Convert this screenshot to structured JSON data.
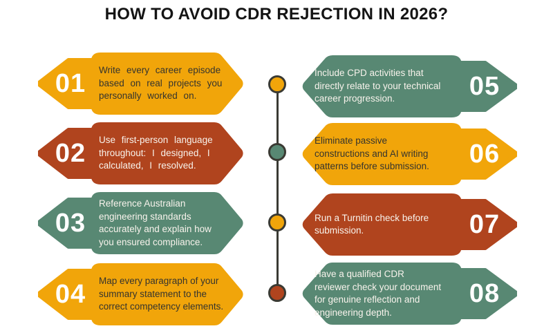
{
  "title": "HOW TO AVOID CDR REJECTION IN 2026?",
  "colors": {
    "amber": "#F1A50A",
    "rust": "#B0441E",
    "teal": "#588873",
    "timeline": "#3A3A33",
    "text_dark": "#35342E",
    "text_light": "#F8F3EC",
    "title_color": "#141414",
    "background": "#FFFFFF",
    "number_color": "#FFFFFF"
  },
  "items": [
    {
      "number": "01",
      "column": "left",
      "row": 1,
      "color_key": "amber",
      "text_tone": "dark",
      "justified": true,
      "text": "Write every career episode\nbased on real projects you\npersonally worked on."
    },
    {
      "number": "02",
      "column": "left",
      "row": 2,
      "color_key": "rust",
      "text_tone": "light",
      "justified": true,
      "text": "Use first-person language\nthroughout: I designed, I\ncalculated, I resolved."
    },
    {
      "number": "03",
      "column": "left",
      "row": 3,
      "color_key": "teal",
      "text_tone": "light",
      "justified": false,
      "text": "Reference Australian\nengineering standards\naccurately and explain how\nyou ensured compliance."
    },
    {
      "number": "04",
      "column": "left",
      "row": 4,
      "color_key": "amber",
      "text_tone": "dark",
      "justified": false,
      "text": "Map every paragraph of your\nsummary statement to the\ncorrect competency elements."
    },
    {
      "number": "05",
      "column": "right",
      "row": 1,
      "color_key": "teal",
      "text_tone": "light",
      "justified": false,
      "text": "Include CPD activities that\ndirectly relate to your technical\ncareer progression."
    },
    {
      "number": "06",
      "column": "right",
      "row": 2,
      "color_key": "amber",
      "text_tone": "dark",
      "justified": false,
      "text": "Eliminate passive\nconstructions and AI writing\npatterns before submission."
    },
    {
      "number": "07",
      "column": "right",
      "row": 3,
      "color_key": "rust",
      "text_tone": "light",
      "justified": false,
      "text": "Run a Turnitin check before\nsubmission."
    },
    {
      "number": "08",
      "column": "right",
      "row": 4,
      "color_key": "teal",
      "text_tone": "light",
      "justified": false,
      "text": "Have a qualified CDR\nreviewer check your document\nfor genuine reflection and\nengineering depth."
    }
  ],
  "timeline": {
    "dot_colors": [
      "amber",
      "teal",
      "amber",
      "rust"
    ]
  }
}
